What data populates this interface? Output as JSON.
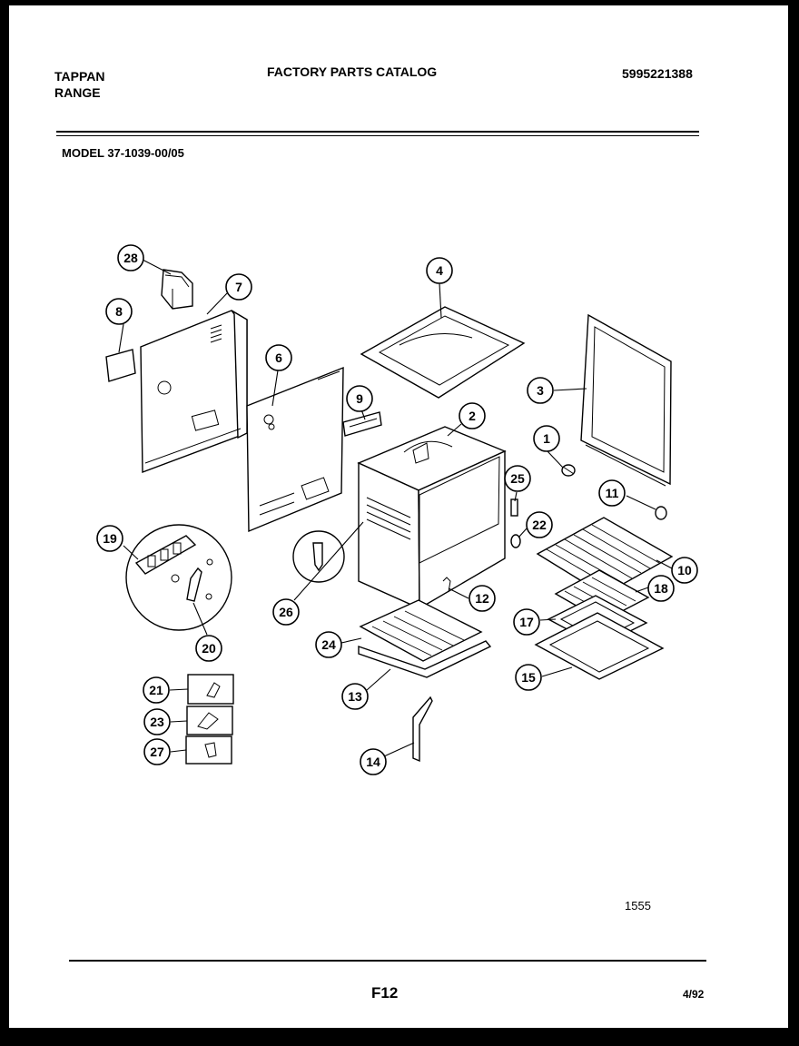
{
  "header": {
    "brand_line1": "TAPPAN",
    "brand_line2": "RANGE",
    "catalog_title": "FACTORY PARTS CATALOG",
    "catalog_number": "5995221388"
  },
  "model": "MODEL 37-1039-00/05",
  "diagram_code": "1555",
  "footer": {
    "page_code": "F12",
    "date": "4/92"
  },
  "callouts": [
    "1",
    "2",
    "3",
    "4",
    "6",
    "7",
    "8",
    "9",
    "10",
    "11",
    "12",
    "13",
    "14",
    "15",
    "17",
    "18",
    "19",
    "20",
    "21",
    "22",
    "23",
    "24",
    "25",
    "26",
    "27",
    "28"
  ]
}
